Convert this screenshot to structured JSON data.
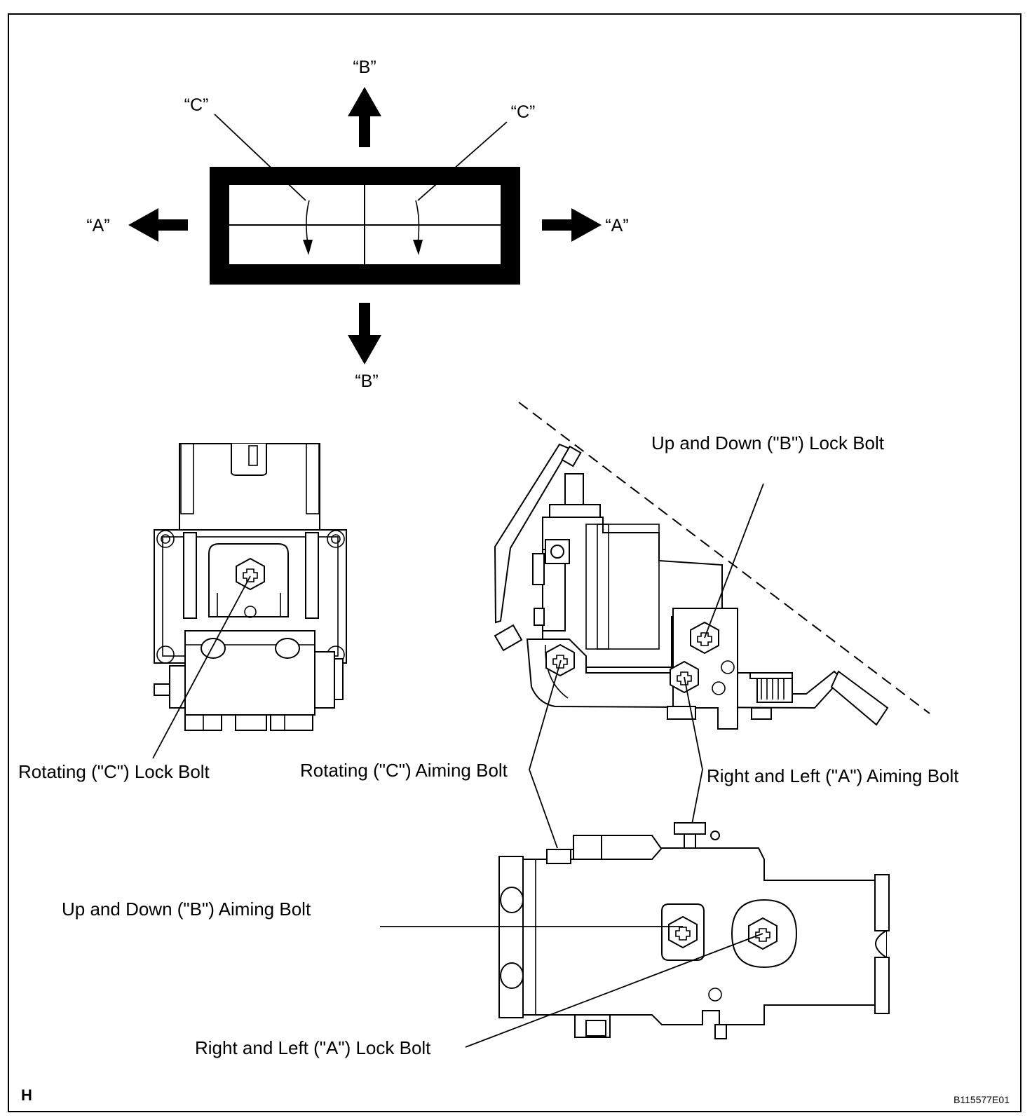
{
  "figure_code": "B115577E01",
  "corner_letter": "H",
  "direction_labels": {
    "a_left": "“A”",
    "a_right": "“A”",
    "b_top": "“B”",
    "b_bottom": "“B”",
    "c_left": "“C”",
    "c_right": "“C”"
  },
  "callouts": {
    "rotating_lock_bolt": "Rotating (\"C\") Lock Bolt",
    "rotating_aiming_bolt": "Rotating (\"C\") Aiming Bolt",
    "up_down_lock_bolt": "Up and Down (\"B\") Lock Bolt",
    "right_left_aiming_bolt": "Right and Left (\"A\") Aiming Bolt",
    "up_down_aiming_bolt": "Up and Down (\"B\") Aiming Bolt",
    "right_left_lock_bolt": "Right and Left (\"A\") Lock Bolt"
  },
  "icons": {
    "bolt": "hex-bolt-icon",
    "arrow": "direction-arrow-icon"
  }
}
